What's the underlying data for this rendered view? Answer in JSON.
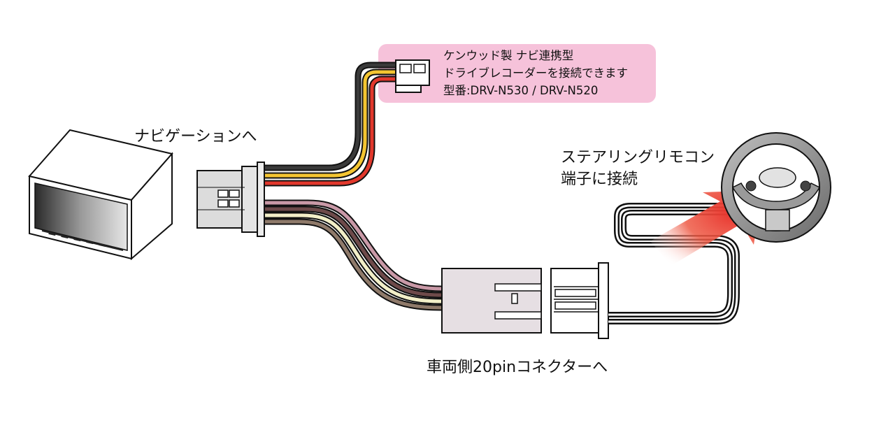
{
  "labels": {
    "navi": "ナビゲーションへ",
    "steering_line1": "ステアリングリモコン",
    "steering_line2": "端子に接続",
    "vehicle_connector": "車両側20pinコネクターへ"
  },
  "callout": {
    "line1": "ケンウッド製 ナビ連携型",
    "line2": "ドライブレコーダーを接続できます",
    "line3": "型番:DRV-N530 / DRV-N520"
  },
  "colors": {
    "callout_bg": "#f6c2da",
    "wire_black": "#3a3a3a",
    "wire_yellow": "#f4c531",
    "wire_red": "#e2382c",
    "wire_brown": "#6e4a4a",
    "wire_pink": "#c999a7",
    "arrow_red": "#e8322c"
  }
}
